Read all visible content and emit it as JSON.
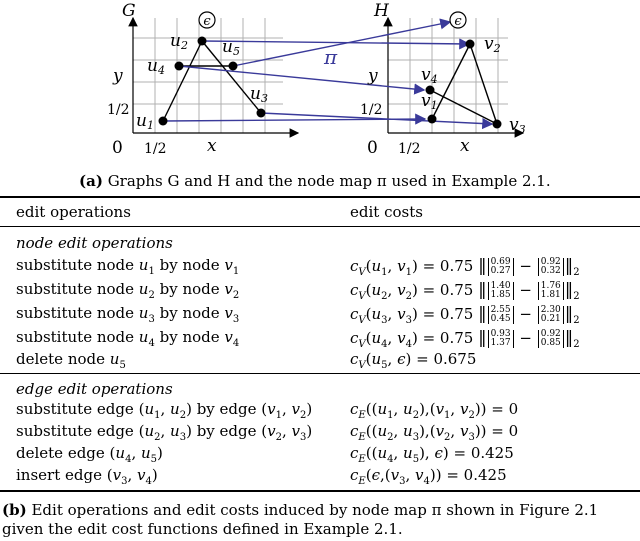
{
  "figure": {
    "graph_g": {
      "title": "G",
      "axis_x": "x",
      "axis_y": "y",
      "origin": "0",
      "half": "1/2",
      "nodes": [
        "u1",
        "u2",
        "u3",
        "u4",
        "u5"
      ],
      "epsilon": "ϵ"
    },
    "graph_h": {
      "title": "H",
      "axis_x": "x",
      "axis_y": "y",
      "origin": "0",
      "half": "1/2",
      "nodes": [
        "v1",
        "v2",
        "v3",
        "v4"
      ],
      "epsilon": "ϵ"
    },
    "map_label": "π",
    "colors": {
      "map": "#3a3a9a",
      "grid": "#b0b0b0",
      "axis": "#000000"
    }
  },
  "caption_a": {
    "tag": "(a)",
    "text": "Graphs G and H and the node map π used in Example 2.1."
  },
  "table": {
    "headers": {
      "ops": "edit operations",
      "costs": "edit costs"
    },
    "node_section": "node edit operations",
    "node_rows": [
      {
        "op": "substitute node u1 by node v1",
        "cost": "cV(u1,v1) = 0.75",
        "a": [
          "0.69",
          "0.27"
        ],
        "b": [
          "0.92",
          "0.32"
        ]
      },
      {
        "op": "substitute node u2 by node v2",
        "cost": "cV(u2,v2) = 0.75",
        "a": [
          "1.40",
          "1.85"
        ],
        "b": [
          "1.76",
          "1.81"
        ]
      },
      {
        "op": "substitute node u3 by node v3",
        "cost": "cV(u3,v3) = 0.75",
        "a": [
          "2.55",
          "0.45"
        ],
        "b": [
          "2.30",
          "0.21"
        ]
      },
      {
        "op": "substitute node u4 by node v4",
        "cost": "cV(u4,v4) = 0.75",
        "a": [
          "0.93",
          "1.37"
        ],
        "b": [
          "0.92",
          "0.85"
        ]
      },
      {
        "op": "delete node u5",
        "cost": "cV(u5,ϵ) = 0.675"
      }
    ],
    "edge_section": "edge edit operations",
    "edge_rows": [
      {
        "op": "substitute edge (u1,u2) by edge (v1,v2)",
        "cost": "cE((u1,u2),(v1,v2)) = 0"
      },
      {
        "op": "substitute edge (u2,u3) by edge (v2,v3)",
        "cost": "cE((u2,u3),(v2,v3)) = 0"
      },
      {
        "op": "delete edge (u4,u5)",
        "cost": "cE((u4,u5),ϵ) = 0.425"
      },
      {
        "op": "insert edge (v3,v4)",
        "cost": "cE(ϵ,(v3,v4)) = 0.425"
      }
    ],
    "norm_sub": "2"
  },
  "caption_b": {
    "tag": "(b)",
    "line1": "Edit operations and edit costs induced by node map π shown in Figure 2.1",
    "line2": "given the edit cost functions defined in Example 2.1."
  }
}
